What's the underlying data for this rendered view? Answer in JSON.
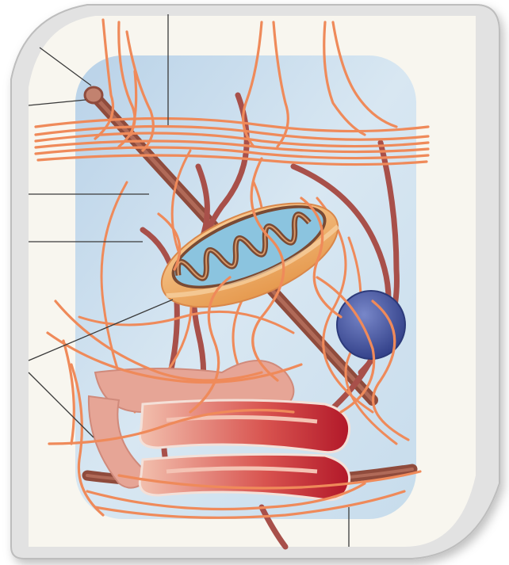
{
  "figure": {
    "structures": [
      "cell-membrane",
      "microtubule",
      "intermediate-filament",
      "microfilament",
      "mitochondrion",
      "vesicle",
      "golgi-apparatus",
      "cytoplasm"
    ],
    "colors": {
      "frame": "#cfcfcf",
      "paper": "#f8f6ef",
      "cytoplasm": "#c9dced",
      "microtubule": "#8f4b3c",
      "filament": "#ef8a5a",
      "mitochondrion_outer": "#f0b271",
      "mitochondrion_inner": "#8bc4df",
      "vesicle": "#3f4f9a",
      "golgi_pink": "#e6a596",
      "golgi_red": "#c82334",
      "leader_line": "#3a3a3a"
    },
    "labels_visible": false
  }
}
